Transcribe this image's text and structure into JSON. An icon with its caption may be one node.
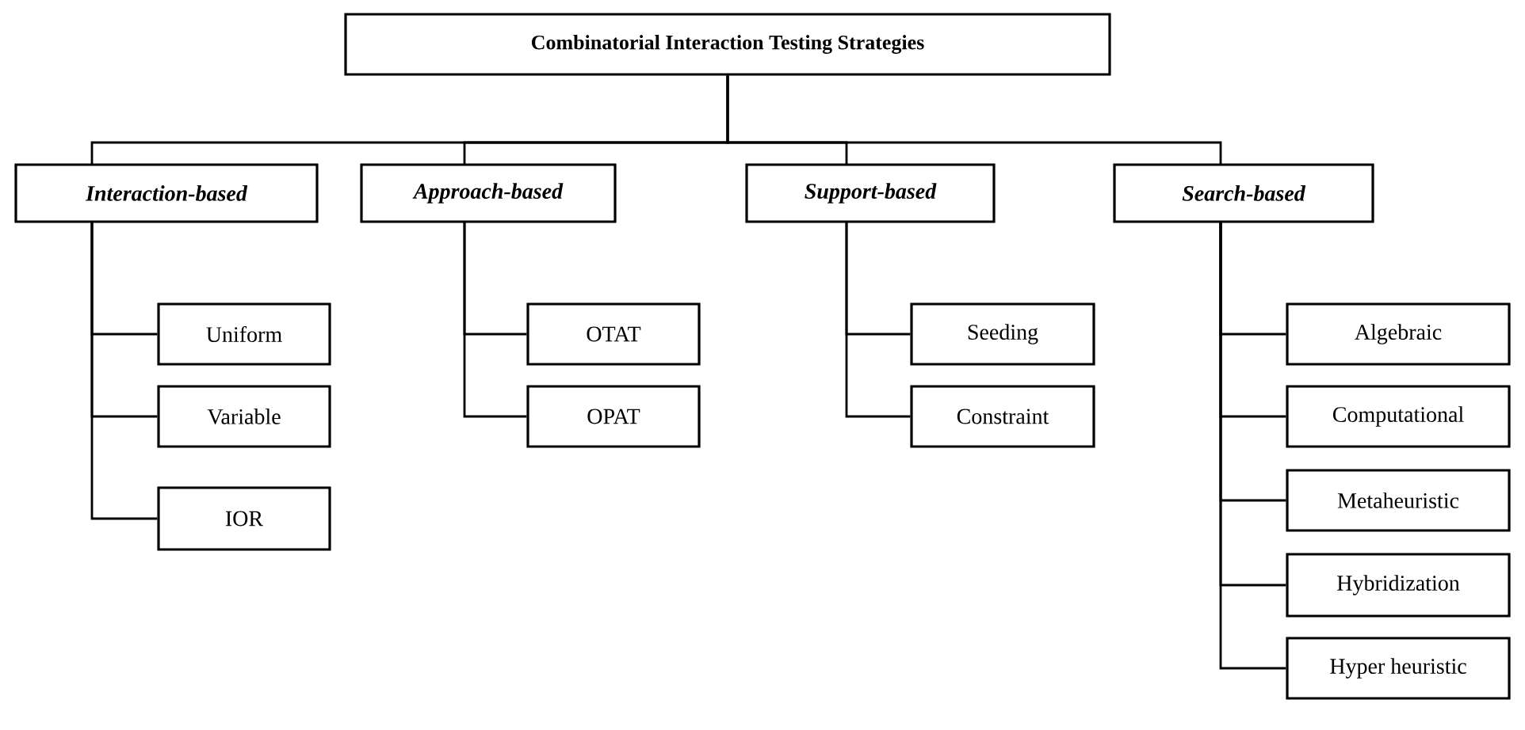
{
  "diagram": {
    "nodes": [
      {
        "text": [
          "Combinatorial Interaction Testing Strategies"
        ]
      },
      {
        "text": [
          "Interaction-based"
        ]
      },
      {
        "text": [
          "Uniform"
        ]
      },
      {
        "text": [
          "Variable"
        ]
      },
      {
        "text": [
          "IOR"
        ]
      },
      {
        "text": [
          "Approach-based"
        ]
      },
      {
        "text": [
          "OTAT"
        ]
      },
      {
        "text": [
          "OPAT"
        ]
      },
      {
        "text": [
          "Support-based"
        ]
      },
      {
        "text": [
          "Seeding"
        ]
      },
      {
        "text": [
          "Constraint"
        ]
      },
      {
        "text": [
          "Search-based"
        ]
      },
      {
        "text": [
          "Algebraic"
        ]
      },
      {
        "text": [
          "Computational"
        ]
      },
      {
        "text": [
          "Metaheuristic"
        ]
      },
      {
        "text": [
          "Hybridization"
        ]
      },
      {
        "text": [
          "Hyper heuristic"
        ]
      }
    ],
    "edges": [
      {
        "from": 0,
        "to": 1,
        "arrow": "none"
      },
      {
        "from": 0,
        "to": 5,
        "arrow": "none"
      },
      {
        "from": 0,
        "to": 8,
        "arrow": "none"
      },
      {
        "from": 0,
        "to": 11,
        "arrow": "none"
      },
      {
        "from": 1,
        "to": 2,
        "arrow": "none"
      },
      {
        "from": 1,
        "to": 3,
        "arrow": "none"
      },
      {
        "from": 1,
        "to": 4,
        "arrow": "none"
      },
      {
        "from": 5,
        "to": 6,
        "arrow": "none"
      },
      {
        "from": 5,
        "to": 7,
        "arrow": "none"
      },
      {
        "from": 8,
        "to": 9,
        "arrow": "none"
      },
      {
        "from": 8,
        "to": 10,
        "arrow": "none"
      },
      {
        "from": 11,
        "to": 12,
        "arrow": "none"
      },
      {
        "from": 11,
        "to": 13,
        "arrow": "none"
      },
      {
        "from": 11,
        "to": 14,
        "arrow": "none"
      },
      {
        "from": 11,
        "to": 15,
        "arrow": "none"
      },
      {
        "from": 11,
        "to": 16,
        "arrow": "none"
      }
    ]
  }
}
